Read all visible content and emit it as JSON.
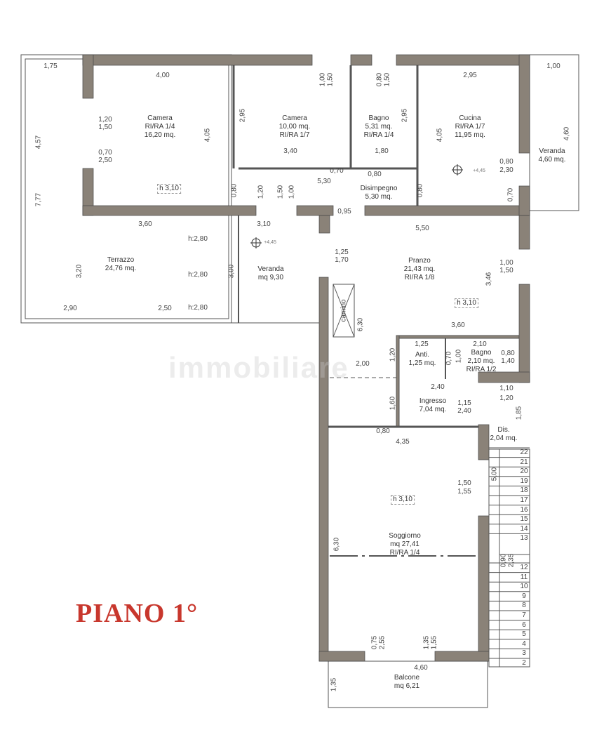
{
  "title": "PIANO 1°",
  "watermark": "immobiliare",
  "colors": {
    "wall": "#8a8278",
    "title": "#c8372d"
  },
  "rooms": [
    {
      "id": "camera1",
      "lines": [
        "Camera",
        "RI/RA 1/4",
        "16,20 mq."
      ]
    },
    {
      "id": "camera2",
      "lines": [
        "Camera",
        "10,00 mq.",
        "RI/RA 1/7"
      ]
    },
    {
      "id": "bagno1",
      "lines": [
        "Bagno",
        "5,31 mq.",
        "RI/RA 1/4"
      ]
    },
    {
      "id": "cucina",
      "lines": [
        "Cucina",
        "RI/RA 1/7",
        "11,95 mq."
      ]
    },
    {
      "id": "veranda1",
      "lines": [
        "Veranda",
        "4,60 mq."
      ]
    },
    {
      "id": "disimpegno",
      "lines": [
        "Disimpegno",
        "5,30 mq."
      ]
    },
    {
      "id": "terrazzo",
      "lines": [
        "Terrazzo",
        "24,76 mq."
      ]
    },
    {
      "id": "veranda2",
      "lines": [
        "Veranda",
        "mq 9,30"
      ]
    },
    {
      "id": "pranzo",
      "lines": [
        "Pranzo",
        "21,43 mq.",
        "RI/RA 1/8"
      ]
    },
    {
      "id": "anti",
      "lines": [
        "Anti.",
        "1,25 mq."
      ]
    },
    {
      "id": "bagno2",
      "lines": [
        "Bagno",
        "2,10 mq.",
        "RI/RA 1/2"
      ]
    },
    {
      "id": "ingresso",
      "lines": [
        "Ingresso",
        "7,04 mq."
      ]
    },
    {
      "id": "dis",
      "lines": [
        "Dis.",
        "2,04 mq."
      ]
    },
    {
      "id": "soggiorno",
      "lines": [
        "Soggiorno",
        "mq 27,41",
        "RI/RA 1/4"
      ]
    },
    {
      "id": "balcone",
      "lines": [
        "Balcone",
        "mq 6,21"
      ]
    }
  ],
  "heights": [
    "h 3,10",
    "h 3,10",
    "h 3,10"
  ],
  "levels": [
    "+4,45",
    "+4,45"
  ],
  "camino": "camino",
  "terrace_heights": [
    "h:2,80",
    "h:2,80",
    "h:2,80"
  ],
  "dimensions": [
    "1,75",
    "4,00",
    "4,57",
    "7,77",
    "1,20",
    "1,50",
    "0,70",
    "2,50",
    "4,05",
    "2,95",
    "3,40",
    "1,00",
    "1,50",
    "0,80",
    "1,50",
    "2,95",
    "1,80",
    "2,95",
    "4,05",
    "1,00",
    "4,60",
    "0,80",
    "2,30",
    "0,70",
    "5,30",
    "0,80",
    "0,70",
    "0,80",
    "0,80",
    "1,20",
    "1,50",
    "1,00",
    "0,95",
    "3,60",
    "3,10",
    "3,20",
    "3,00",
    "2,90",
    "2,50",
    "5,50",
    "1,25",
    "1,70",
    "1,00",
    "1,50",
    "3,46",
    "6,30",
    "3,60",
    "1,25",
    "2,10",
    "0,80",
    "1,40",
    "1,00",
    "1,20",
    "2,00",
    "2,40",
    "1,60",
    "1,15",
    "2,40",
    "1,10",
    "1,20",
    "1,85",
    "0,80",
    "4,35",
    "5,00",
    "1,50",
    "1,55",
    "6,30",
    "0,90",
    "2,35",
    "0,75",
    "2,55",
    "1,35",
    "1,55",
    "4,60",
    "1,35",
    "0,70"
  ],
  "stairs_upper": [
    "22",
    "21",
    "20",
    "19",
    "18",
    "17",
    "16",
    "15",
    "14",
    "13"
  ],
  "stairs_lower": [
    "12",
    "11",
    "10",
    "9",
    "8",
    "7",
    "6",
    "5",
    "4",
    "3",
    "2"
  ]
}
